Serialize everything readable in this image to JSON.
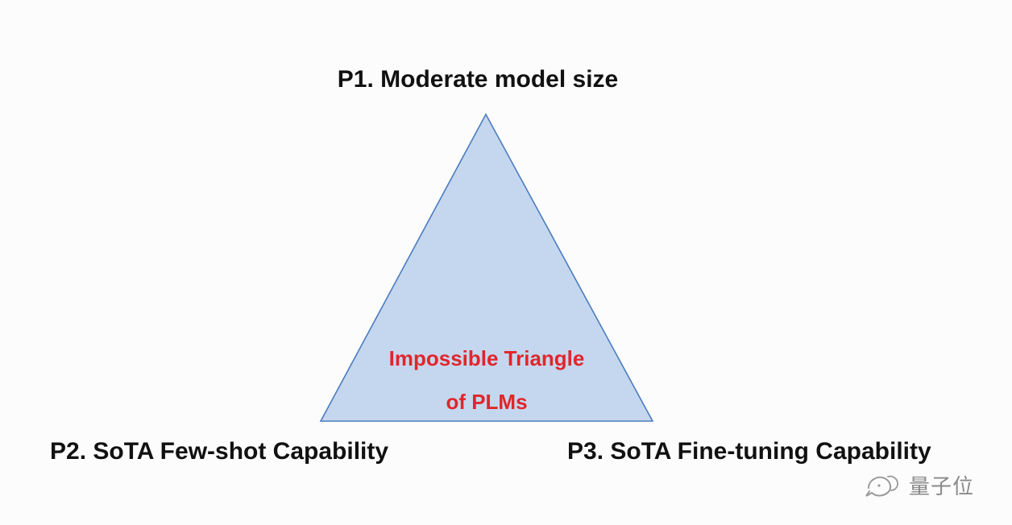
{
  "diagram": {
    "top_label": "P1. Moderate model size",
    "left_label": "P2. SoTA Few-shot Capability",
    "right_label": "P3. SoTA Fine-tuning Capability",
    "center_line1": "Impossible Triangle",
    "center_line2": "of PLMs",
    "colors": {
      "triangle_fill": "#c5d7ee",
      "triangle_stroke": "#4a7cc0",
      "center_text": "#e0262b",
      "label_text": "#111111"
    }
  },
  "watermark": {
    "icon": "wechat-bubble-icon",
    "text": "量子位"
  }
}
